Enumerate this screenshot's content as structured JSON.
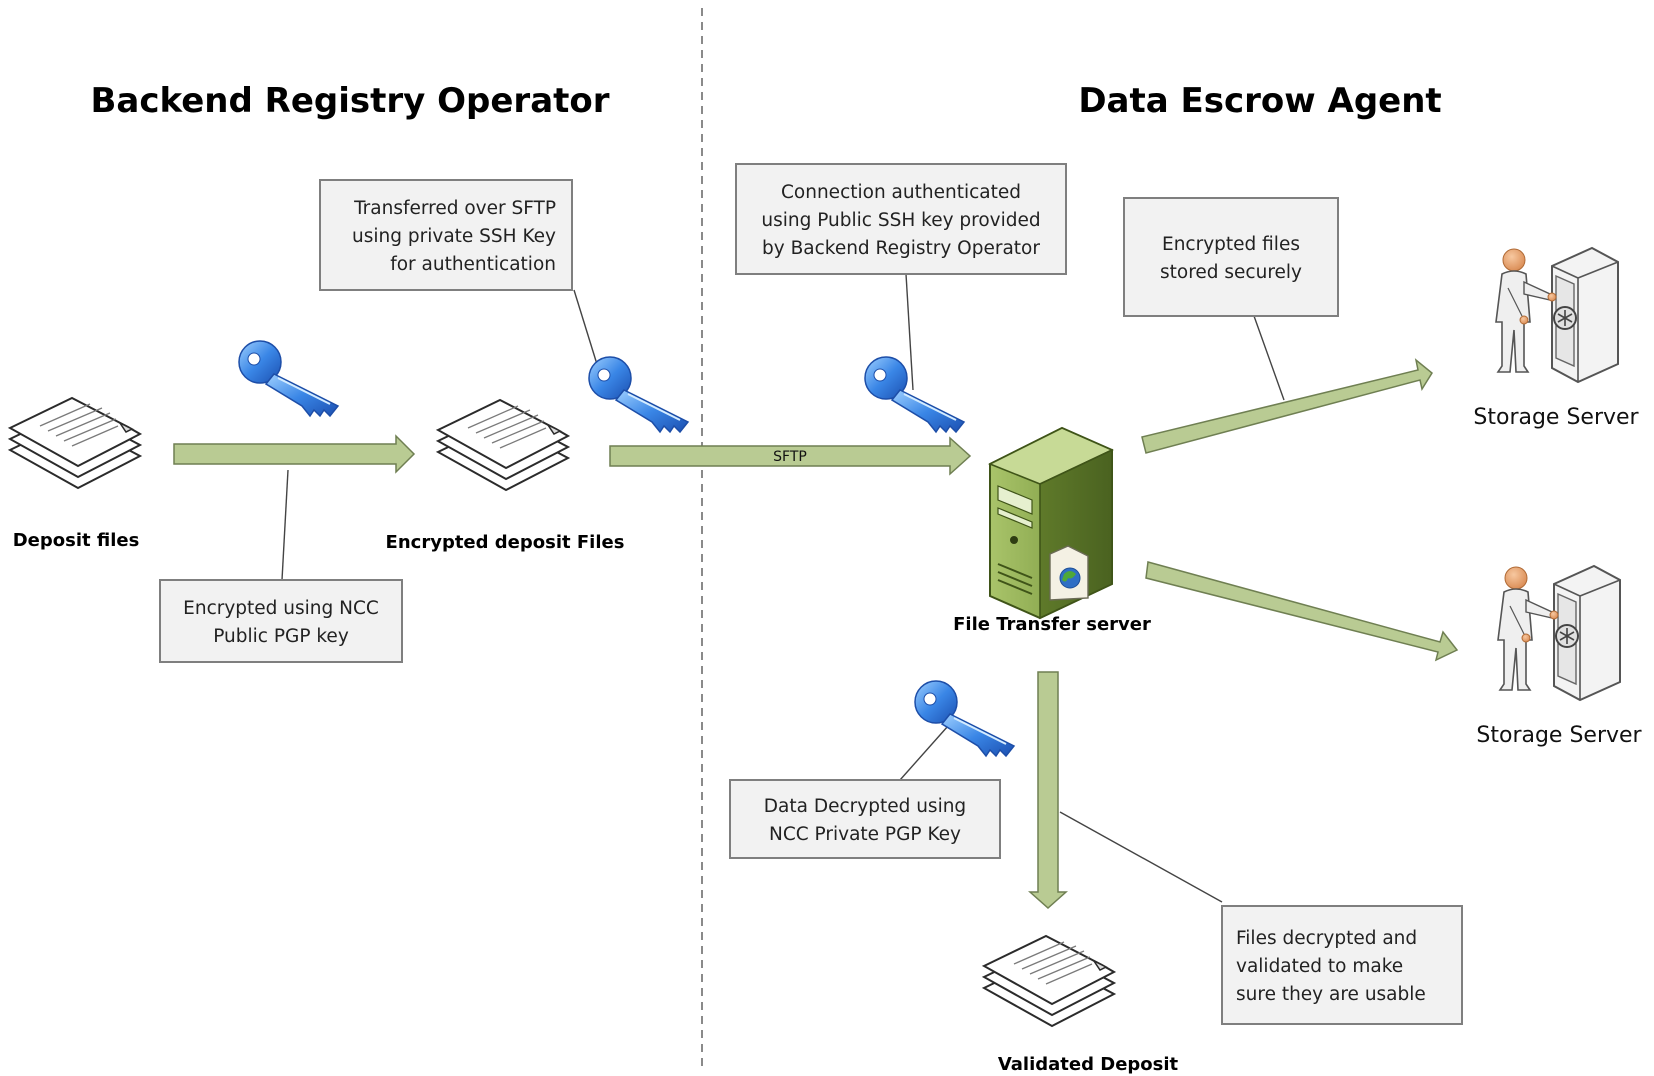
{
  "headings": {
    "left": "Backend Registry Operator",
    "right": "Data Escrow Agent"
  },
  "nodes": {
    "deposit_files": "Deposit files",
    "encrypted_deposit_files": "Encrypted deposit Files",
    "file_transfer_server": "File Transfer server",
    "storage_server_1": "Storage Server",
    "storage_server_2": "Storage Server",
    "validated_deposit": "Validated Deposit"
  },
  "arrows": {
    "sftp": "SFTP"
  },
  "callouts": {
    "transferred": [
      "Transferred over SFTP",
      "using private SSH Key",
      "for authentication"
    ],
    "connection": [
      "Connection authenticated",
      "using Public SSH key provided",
      "by Backend Registry Operator"
    ],
    "stored": [
      "Encrypted files",
      "stored securely"
    ],
    "encrypted_ncc": [
      "Encrypted using NCC",
      "Public PGP key"
    ],
    "decrypted": [
      "Data Decrypted using",
      "NCC Private PGP Key"
    ],
    "validated": [
      "Files decrypted and",
      "validated to make",
      "sure they are usable"
    ]
  },
  "icons": {
    "key": "key-icon",
    "documents": "document-stack-icon",
    "server": "server-icon",
    "vault": "person-at-vault-icon"
  },
  "colors": {
    "arrow_fill": "#b9cb93",
    "key_blue": "#3a7fe0",
    "server_green": "#8aa84a",
    "callout_fill": "#f2f2f2"
  }
}
